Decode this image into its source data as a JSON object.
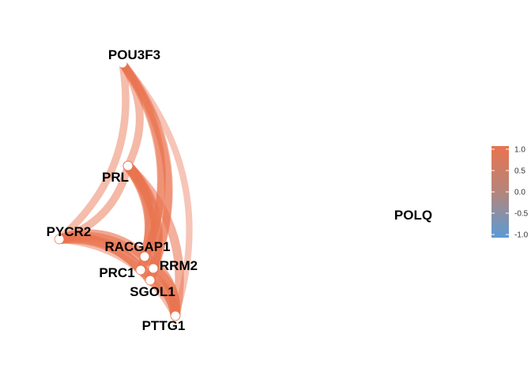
{
  "graph": {
    "nodes": [
      {
        "id": "POU3F3",
        "label": "POU3F3"
      },
      {
        "id": "PRL",
        "label": "PRL"
      },
      {
        "id": "PYCR2",
        "label": "PYCR2"
      },
      {
        "id": "RACGAP1",
        "label": "RACGAP1"
      },
      {
        "id": "PRC1",
        "label": "PRC1"
      },
      {
        "id": "RRM2",
        "label": "RRM2"
      },
      {
        "id": "SGOL1",
        "label": "SGOL1"
      },
      {
        "id": "PTTG1",
        "label": "PTTG1"
      },
      {
        "id": "POLQ",
        "label": "POLQ"
      }
    ],
    "edges": [
      {
        "source": "POU3F3",
        "target": "PRL",
        "weight": 0.55
      },
      {
        "source": "POU3F3",
        "target": "PYCR2",
        "weight": 0.5
      },
      {
        "source": "POU3F3",
        "target": "RACGAP1",
        "weight": 0.6
      },
      {
        "source": "POU3F3",
        "target": "PRC1",
        "weight": 0.6
      },
      {
        "source": "POU3F3",
        "target": "RRM2",
        "weight": 0.6
      },
      {
        "source": "POU3F3",
        "target": "SGOL1",
        "weight": 0.55
      },
      {
        "source": "POU3F3",
        "target": "PTTG1",
        "weight": 0.35
      },
      {
        "source": "PRL",
        "target": "PYCR2",
        "weight": 0.55
      },
      {
        "source": "PRL",
        "target": "RACGAP1",
        "weight": 0.9
      },
      {
        "source": "PRL",
        "target": "PRC1",
        "weight": 0.85
      },
      {
        "source": "PRL",
        "target": "RRM2",
        "weight": 0.85
      },
      {
        "source": "PRL",
        "target": "SGOL1",
        "weight": 0.85
      },
      {
        "source": "PRL",
        "target": "PTTG1",
        "weight": 0.7
      },
      {
        "source": "PYCR2",
        "target": "RACGAP1",
        "weight": 0.85
      },
      {
        "source": "PYCR2",
        "target": "PRC1",
        "weight": 0.8
      },
      {
        "source": "PYCR2",
        "target": "RRM2",
        "weight": 0.8
      },
      {
        "source": "PYCR2",
        "target": "SGOL1",
        "weight": 0.8
      },
      {
        "source": "PYCR2",
        "target": "PTTG1",
        "weight": 0.5
      },
      {
        "source": "RACGAP1",
        "target": "PTTG1",
        "weight": 0.85
      },
      {
        "source": "PRC1",
        "target": "PTTG1",
        "weight": 0.85
      },
      {
        "source": "RRM2",
        "target": "PTTG1",
        "weight": 0.85
      },
      {
        "source": "SGOL1",
        "target": "PTTG1",
        "weight": 0.85
      }
    ]
  },
  "legend": {
    "ticks": [
      "1.0",
      "0.5",
      "0.0",
      "-0.5",
      "-1.0"
    ],
    "colors": {
      "high": "#e9734f",
      "mid": "#b5857b",
      "low": "#5a9bd5"
    }
  },
  "colors": {
    "edge": "#e9734f",
    "node": "#ffffff"
  }
}
